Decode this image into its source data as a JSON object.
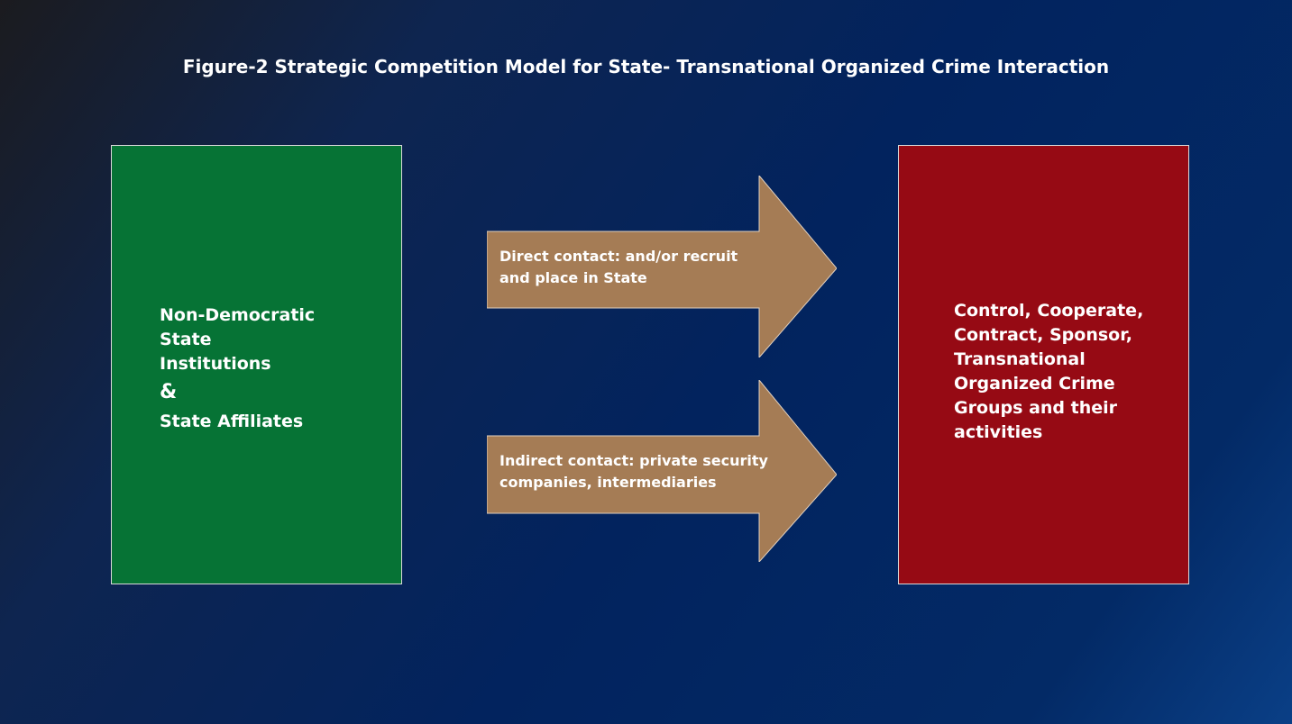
{
  "title": "Figure-2 Strategic Competition Model for State- Transnational Organized Crime Interaction",
  "left_box": {
    "lines": [
      "Non-Democratic",
      "State",
      "Institutions"
    ],
    "amp": "&",
    "affiliates": "State Affiliates",
    "color": "#067335"
  },
  "right_box": {
    "lines": [
      "Control, Cooperate,",
      "Contract, Sponsor,",
      "Transnational",
      "Organized Crime",
      "Groups and their",
      "activities"
    ],
    "color": "#960a14"
  },
  "arrows": [
    {
      "lines": [
        "Direct contact: and/or recruit",
        "and place in State"
      ]
    },
    {
      "lines": [
        "Indirect contact: private security",
        "companies, intermediaries"
      ]
    }
  ],
  "arrow_color": "#a57c55"
}
